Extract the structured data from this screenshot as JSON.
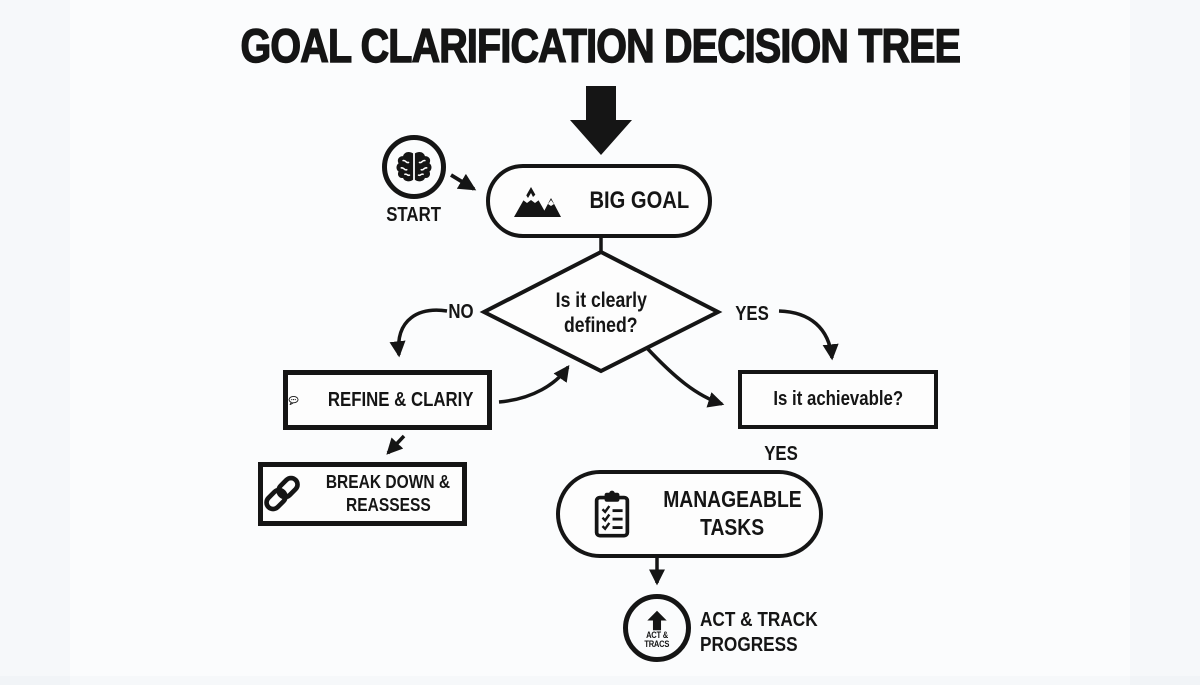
{
  "title": "GOAL CLARIFICATION DECISION TREE",
  "colors": {
    "ink": "#151515",
    "background": "#fbfcfd"
  },
  "icons": {
    "title_pointer": "big-down-arrow-icon",
    "start": "brain-icon",
    "big_goal": "mountain-icon",
    "refine": "speech-bubble-icon",
    "break_down": "chain-link-icon",
    "manageable": "clipboard-checklist-icon",
    "act_badge": "up-arrow-icon"
  },
  "nodes": {
    "start": {
      "label": "START"
    },
    "big_goal": {
      "label": "BIG GOAL"
    },
    "decision_defined": {
      "line1": "Is it clearly",
      "line2": "defined?"
    },
    "refine": {
      "label": "REFINE & CLARIY"
    },
    "achievable": {
      "label": "Is it achievable?"
    },
    "break_down": {
      "line1": "BREAK DOWN &",
      "line2": "REASSESS"
    },
    "manageable": {
      "line1": "MANAGEABLE",
      "line2": "TASKS"
    },
    "act_badge": {
      "line1": "ACT &",
      "line2": "TRACS"
    },
    "act_progress": {
      "line1": "ACT & TRACK",
      "line2": "PROGRESS"
    }
  },
  "edge_labels": {
    "no": "NO",
    "yes_defined": "YES",
    "yes_achievable": "YES"
  }
}
